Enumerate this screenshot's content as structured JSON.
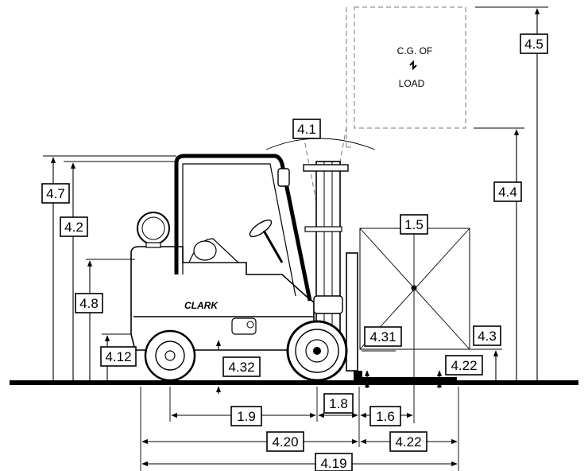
{
  "cg_label": {
    "line1": "C.G. OF",
    "line2": "LOAD"
  },
  "brand": "CLARK",
  "labels": {
    "d4_1": "4.1",
    "d4_2": "4.2",
    "d4_3": "4.3",
    "d4_4": "4.4",
    "d4_5": "4.5",
    "d4_7": "4.7",
    "d4_8": "4.8",
    "d4_12": "4.12",
    "d4_19": "4.19",
    "d4_20": "4.20",
    "d4_22_top": "4.22",
    "d4_22_bottom": "4.22",
    "d4_31": "4.31",
    "d4_32": "4.32",
    "d1_5": "1.5",
    "d1_6": "1.6",
    "d1_8": "1.8",
    "d1_9": "1.9"
  }
}
